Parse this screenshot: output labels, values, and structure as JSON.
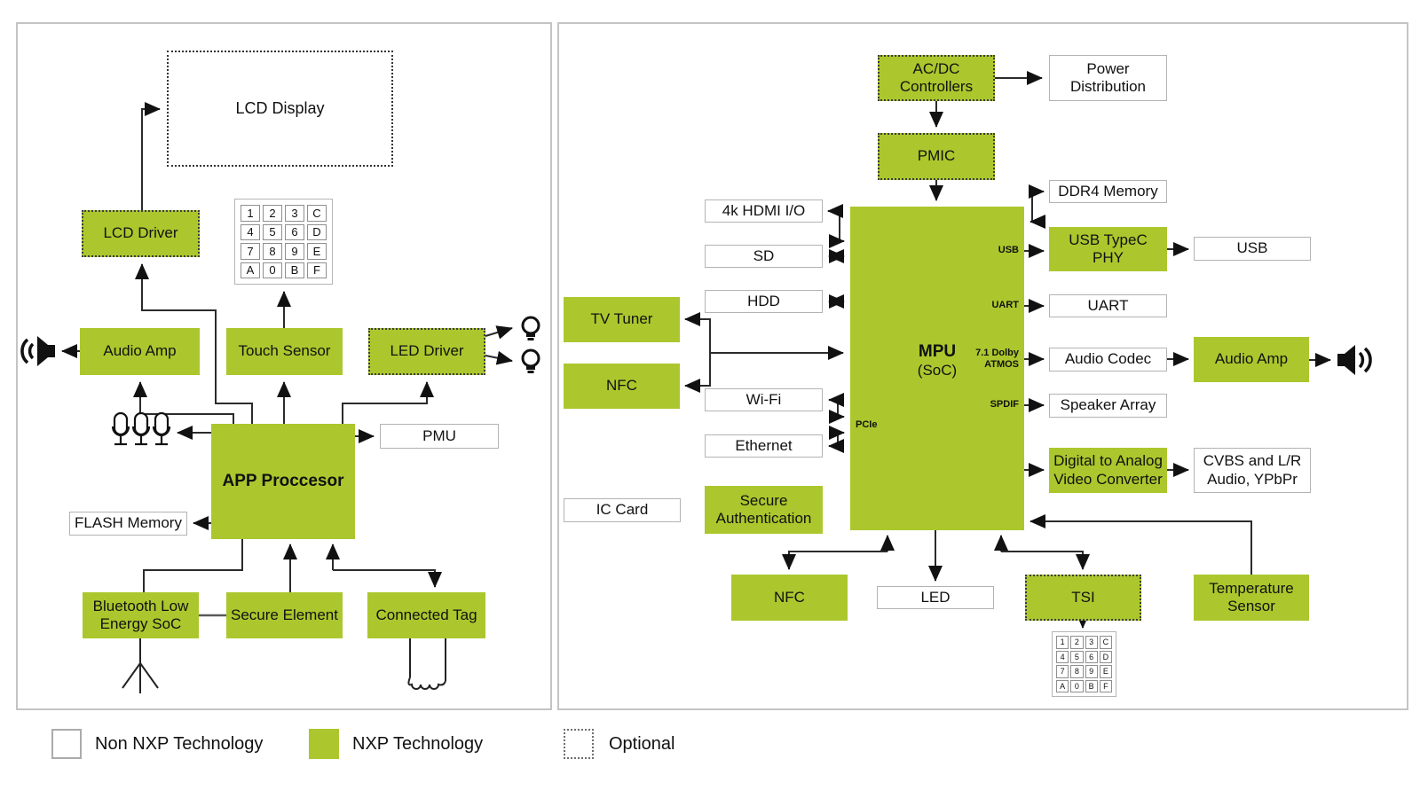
{
  "colors": {
    "nxp_green": "#abc72d",
    "line": "#2b2b2b",
    "box_border": "#b3b3b3",
    "panel_border": "#c4c4c4"
  },
  "left_panel": {
    "boxes": {
      "lcd_display": {
        "label": "LCD Display"
      },
      "lcd_driver": {
        "label": "LCD Driver"
      },
      "audio_amp": {
        "label": "Audio Amp"
      },
      "touch_sensor": {
        "label": "Touch Sensor"
      },
      "led_driver": {
        "label": "LED Driver"
      },
      "app_processor": {
        "label": "APP Proccesor"
      },
      "pmu": {
        "label": "PMU"
      },
      "flash_memory": {
        "label": "FLASH Memory"
      },
      "ble_soc": {
        "label": "Bluetooth Low Energy SoC"
      },
      "secure_element": {
        "label": "Secure Element"
      },
      "connected_tag": {
        "label": "Connected Tag"
      }
    },
    "icons": {
      "speaker": "speaker-left",
      "microphones": "three-microphones",
      "bulbs": "two-led-bulbs",
      "antenna": "antenna",
      "coil": "inductive-coil"
    }
  },
  "right_panel": {
    "boxes": {
      "acdc": {
        "label": "AC/DC Controllers"
      },
      "power_dist": {
        "label": "Power Distribution"
      },
      "pmic": {
        "label": "PMIC"
      },
      "hdmi": {
        "label": "4k HDMI I/O"
      },
      "sd": {
        "label": "SD"
      },
      "hdd": {
        "label": "HDD"
      },
      "tv_tuner": {
        "label": "TV Tuner"
      },
      "nfc_left": {
        "label": "NFC"
      },
      "wifi": {
        "label": "Wi-Fi"
      },
      "ethernet": {
        "label": "Ethernet"
      },
      "ic_card": {
        "label": "IC Card"
      },
      "secure_auth": {
        "label": "Secure Authentication"
      },
      "ddr4": {
        "label": "DDR4 Memory"
      },
      "usb_phy": {
        "label": "USB TypeC PHY"
      },
      "usb": {
        "label": "USB"
      },
      "uart": {
        "label": "UART"
      },
      "audio_codec": {
        "label": "Audio Codec"
      },
      "audio_amp": {
        "label": "Audio Amp"
      },
      "speaker_array": {
        "label": "Speaker Array"
      },
      "dac": {
        "label": "Digital to Analog Video Converter"
      },
      "cvbs": {
        "label": "CVBS and L/R Audio, YPbPr"
      },
      "nfc_bottom": {
        "label": "NFC"
      },
      "led": {
        "label": "LED"
      },
      "tsi": {
        "label": "TSI"
      },
      "temp_sensor": {
        "label": "Temperature Sensor"
      }
    },
    "mpu": {
      "title": "MPU",
      "subtitle": "(SoC)",
      "ports": {
        "usb": "USB",
        "uart": "UART",
        "dolby": "7.1 Dolby ATMOS",
        "spdif": "SPDIF",
        "pcie": "PCIe"
      }
    },
    "icons": {
      "speaker": "speaker-right"
    }
  },
  "keypad": {
    "keys": [
      "1",
      "2",
      "3",
      "C",
      "4",
      "5",
      "6",
      "D",
      "7",
      "8",
      "9",
      "E",
      "A",
      "0",
      "B",
      "F"
    ]
  },
  "legend": {
    "non_nxp": "Non NXP Technology",
    "nxp": "NXP Technology",
    "optional": "Optional"
  }
}
